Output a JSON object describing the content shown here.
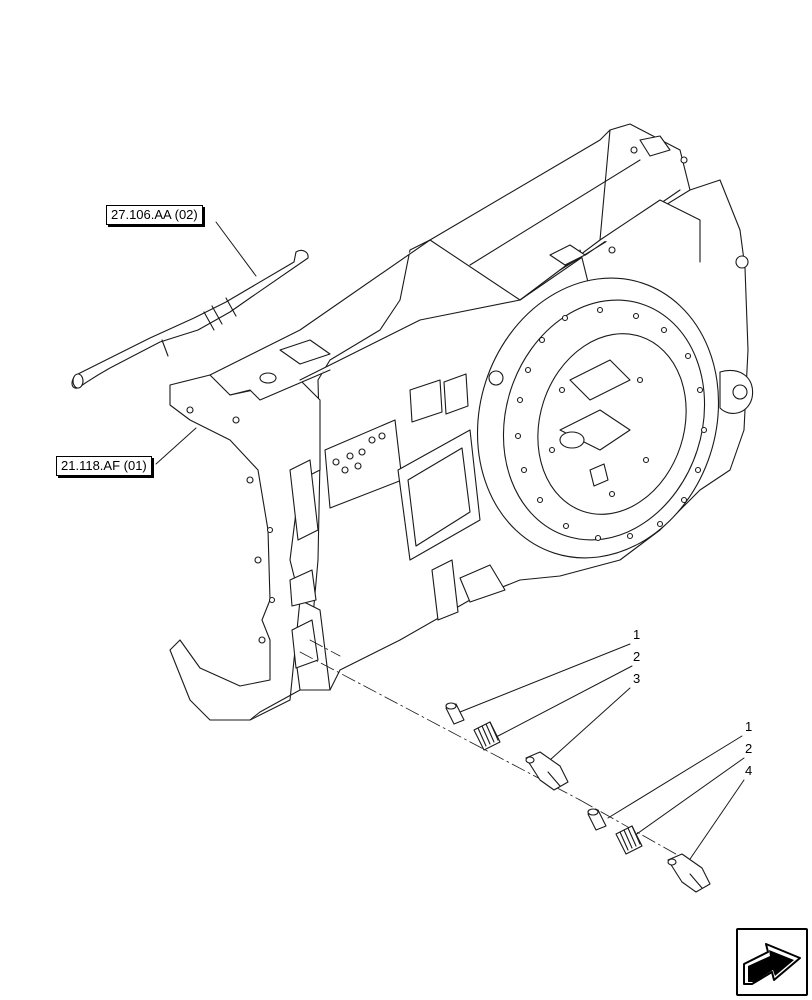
{
  "references": {
    "shaft_ref": "27.106.AA (02)",
    "housing_ref": "21.118.AF (01)"
  },
  "callouts": {
    "upper": [
      "1",
      "2",
      "3"
    ],
    "lower": [
      "1",
      "2",
      "4"
    ]
  },
  "icons": {
    "nav": "next-page-arrow-icon"
  }
}
